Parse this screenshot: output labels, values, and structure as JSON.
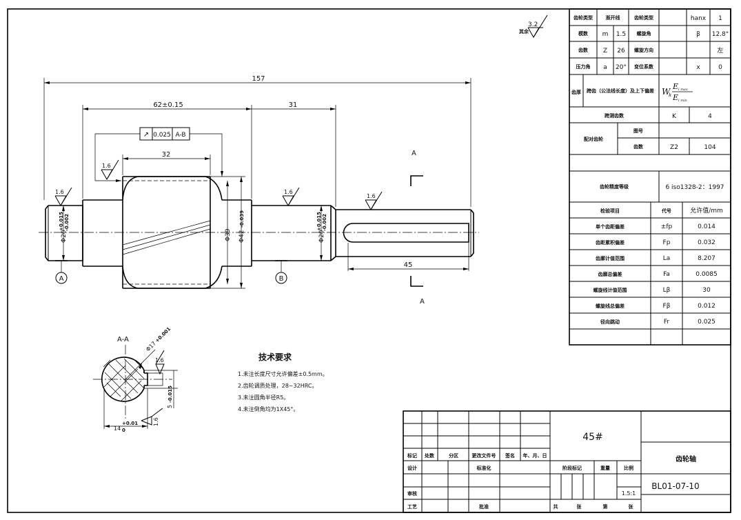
{
  "roughness": {
    "general": "3.2",
    "general_prefix": "其余",
    "r_left_end": "1.6",
    "r_gear_face": "1.6",
    "r_mid": "1.6",
    "r_right": "1.6",
    "r_section_keyway": "1.6",
    "r_section_bottom": "1.6"
  },
  "dims": {
    "overall": "157",
    "gear_pos": "62±0.15",
    "mid_len": "31",
    "tooth_len": "32",
    "key_len": "45",
    "d_left": "Φ20",
    "d_left_tol": "-0.002",
    "d_left_tol_up": "+0.015",
    "d_root": "Φ39",
    "d_tip": "Φ42",
    "d_tip_tol": "-0.039",
    "d_right": "Φ20",
    "d_right_tol": "-0.002",
    "d_right_tol_up": "+0.015",
    "section_d": "Φ17",
    "section_d_tol": "+0.001",
    "section_w": "5",
    "section_w_tol": "-0.015",
    "section_14": "14",
    "section_14_tol": "+0.01",
    "section_14_tol_lo": "0"
  },
  "tolerance_frame": {
    "symbol": "↗",
    "value": "0.025",
    "datum": "A-B"
  },
  "datums": {
    "a": "A",
    "b": "B"
  },
  "section": {
    "label_top": "A",
    "label_bottom": "A",
    "title": "A-A"
  },
  "tech_req": {
    "title": "技术要求",
    "items": [
      "1.未注长度尺寸允许偏差±0.5mm。",
      "2.齿轮调质处理，28~32HRC。",
      "3.未注圆角半径R5。",
      "4.未注倒角均为1X45°。"
    ]
  },
  "param_table": {
    "row1": [
      "齿轮类型",
      "渐开线",
      "齿轮类型",
      "hanx",
      "1"
    ],
    "r_module": [
      "模数",
      "m",
      "1.5",
      "螺旋角",
      "β",
      "12.8°"
    ],
    "r_teeth": [
      "齿数",
      "Z",
      "26",
      "螺旋方向",
      "",
      "左"
    ],
    "r_angle": [
      "压力角",
      "a",
      "20°",
      "变位系数",
      "x",
      "0"
    ],
    "r_tooth_head": "齿厚",
    "r_tooth_desc": "跨齿（公法线长度）及上下偏差",
    "r_formula_w": "W",
    "r_formula_k": "k",
    "r_formula_top": "E",
    "r_formula_top_sub": "l max",
    "r_formula_bot": "E",
    "r_formula_bot_sub": "l min",
    "r_span": [
      "跨测齿数",
      "K",
      "4"
    ],
    "r_mate_head": "配对齿轮",
    "r_mate_code": [
      "图号",
      "",
      ""
    ],
    "r_mate_teeth": [
      "齿数",
      "Z2",
      "104"
    ],
    "r_grade": [
      "齿轮精度等级",
      "6 iso1328-2：1997"
    ],
    "r_check_head": [
      "检验项目",
      "代号",
      "允许值/mm"
    ],
    "checks": [
      {
        "name": "单个齿距偏差",
        "code": "±fp",
        "value": "0.014"
      },
      {
        "name": "齿距累积偏差",
        "code": "Fp",
        "value": "0.032"
      },
      {
        "name": "齿廓计值范围",
        "code": "La",
        "value": "8.207"
      },
      {
        "name": "齿廓总偏差",
        "code": "Fa",
        "value": "0.0085"
      },
      {
        "name": "螺旋线计值范围",
        "code": "Lβ",
        "value": "30"
      },
      {
        "name": "螺旋线总偏差",
        "code": "Fβ",
        "value": "0.012"
      },
      {
        "name": "径向跳动",
        "code": "Fr",
        "value": "0.025"
      }
    ]
  },
  "title_block": {
    "material": "45#",
    "part_name": "齿轮轴",
    "drawing_no": "BL01-07-10",
    "scale_label": "比例",
    "scale": "1.5:1",
    "stage_label": "阶段标记",
    "weight_label": "重量",
    "hdr": [
      "标记",
      "处数",
      "分区",
      "更改文件号",
      "签名",
      "年、月、日"
    ],
    "design": "设计",
    "standard": "标准化",
    "review": "审核",
    "process": "工艺",
    "approve": "批准",
    "sheet": [
      "共",
      "张",
      "第",
      "张"
    ]
  }
}
